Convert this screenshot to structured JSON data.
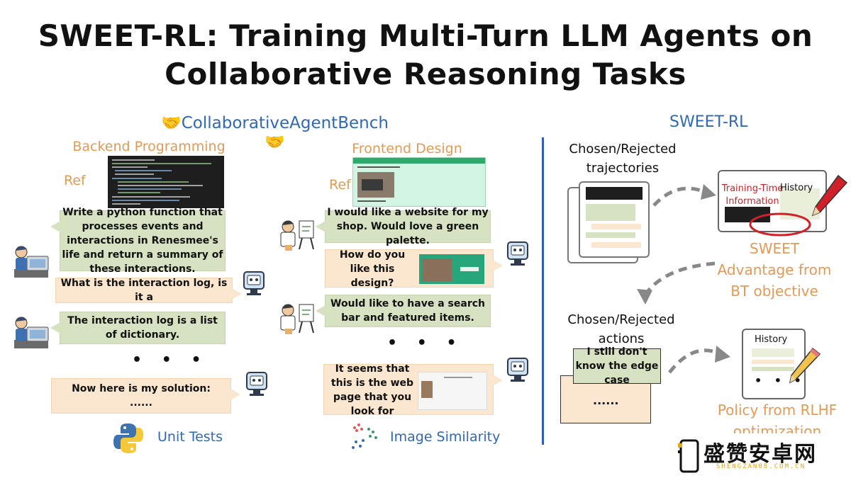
{
  "title_line1": "SWEET-RL: Training Multi-Turn LLM Agents on",
  "title_line2": "Collaborative Reasoning Tasks",
  "bench_name": "🤝CollaborativeAgentBench🤝",
  "backend": {
    "header": "Backend Programming",
    "ref_label": "Ref",
    "messages": [
      "Write a python function that processes events and interactions in Renesmee's life and return a summary of these interactions.",
      "What is the interaction log, is it a",
      "The interaction log is a list of dictionary.",
      "Now here is my solution:\n......"
    ],
    "ellipsis": "• • •",
    "eval_label": "Unit Tests"
  },
  "frontend": {
    "header": "Frontend Design",
    "ref_label": "Ref",
    "messages": [
      "I would like a website for my shop. Would love a green palette.",
      "How do you like this design?",
      "Would like to have a search bar and featured items.",
      "It seems that this is the web page that you look for"
    ],
    "ellipsis": "• • •",
    "eval_label": "Image Similarity"
  },
  "sweet_rl": {
    "header": "SWEET-RL",
    "chosen_traj": "Chosen/Rejected trajectories",
    "training_info": "Training-Time Information",
    "history": "History",
    "sweet_adv": "SWEET Advantage from BT objective",
    "chosen_actions": "Chosen/Rejected actions",
    "action_text": "I still don't know the edge case",
    "action_dots": "......",
    "history2": "History",
    "scroll_dots": "• • •",
    "policy": "Policy from RLHF optimization"
  },
  "watermark": {
    "text": "盛赞安卓网",
    "url": "SHENGZAN08.COM.CN"
  },
  "colors": {
    "bench_blue": "#2f68b4",
    "orange": "#e39a55",
    "green_bubble": "#d6e2c1",
    "peach_bubble": "#fbe7cf",
    "divider": "#2f5fb0",
    "highlight_red": "#d0202a"
  }
}
